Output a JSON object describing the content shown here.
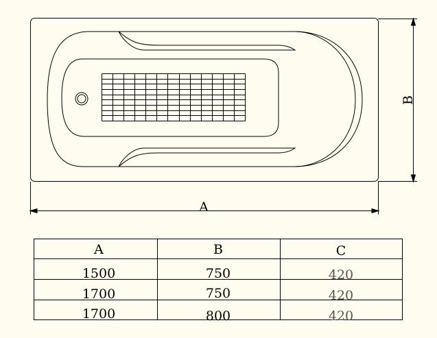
{
  "drawing": {
    "dimension_a_label": "A",
    "dimension_b_label": "B",
    "grid": {
      "columns": 13,
      "rows": 9
    }
  },
  "table": {
    "headers": [
      "A",
      "B",
      "C"
    ],
    "rows": [
      [
        "1500",
        "750",
        "420"
      ],
      [
        "1700",
        "750",
        "420"
      ],
      [
        "1700",
        "800",
        "420"
      ]
    ]
  }
}
